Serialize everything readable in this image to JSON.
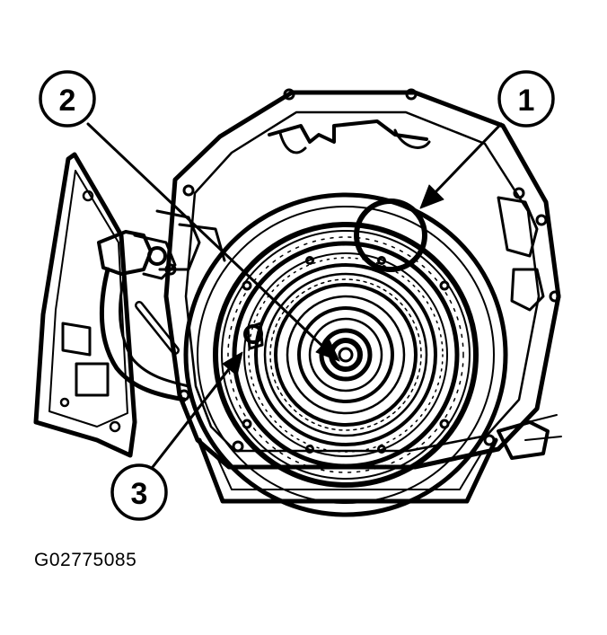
{
  "figure": {
    "id_label": "G02775085"
  },
  "callouts": [
    {
      "label": "1"
    },
    {
      "label": "2"
    },
    {
      "label": "3"
    }
  ],
  "colors": {
    "ink": "#000000",
    "paper": "#ffffff"
  }
}
